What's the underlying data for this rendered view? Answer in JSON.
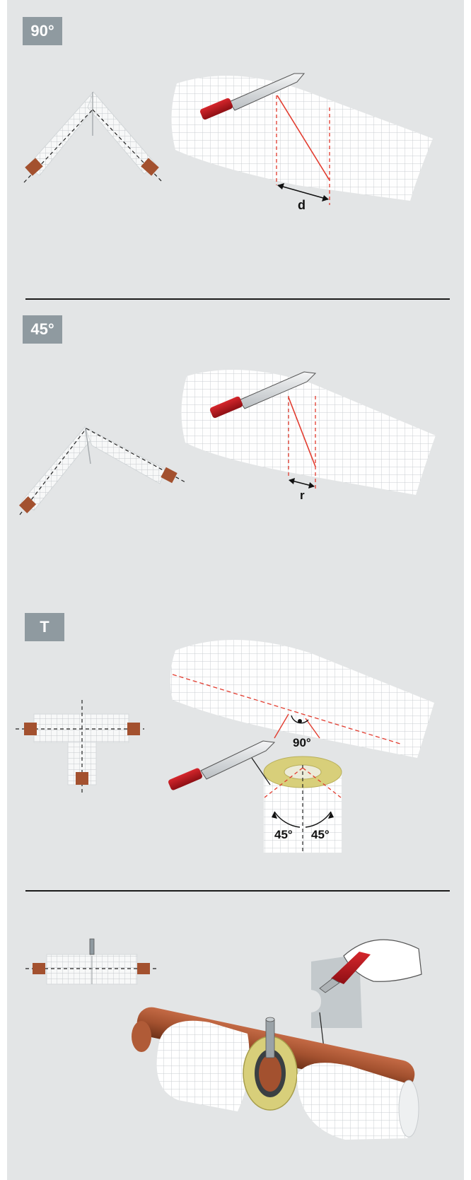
{
  "sections": [
    {
      "tag": "90°",
      "dimension_label": "d"
    },
    {
      "tag": "45°",
      "dimension_label": "r"
    },
    {
      "tag": "T",
      "angle_top": "90°",
      "angle_left": "45°",
      "angle_right": "45°"
    },
    {
      "tag": ""
    }
  ],
  "colors": {
    "background": "#e3e5e6",
    "tag_background": "#8f9aa0",
    "guide_line": "#e23b2e",
    "knife_handle": "#b8141c",
    "pipe": "#a3512f",
    "collar": "#d8cf7a"
  }
}
